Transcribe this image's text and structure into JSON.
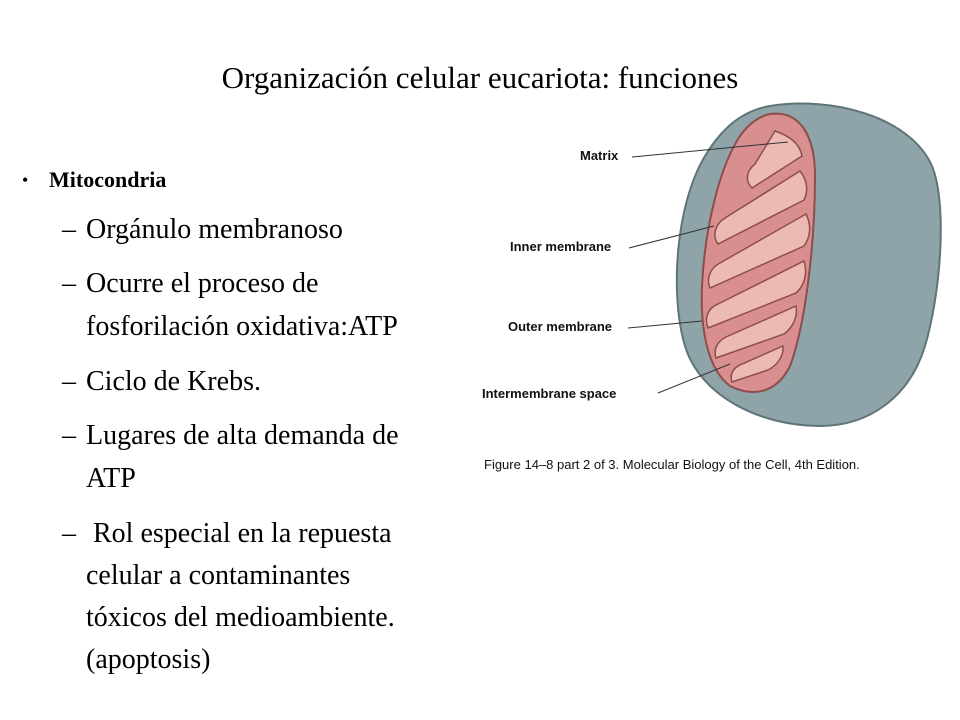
{
  "slide": {
    "title": "Organización celular eucariota: funciones"
  },
  "bullet": {
    "heading": "Mitocondria",
    "items": [
      {
        "lines": [
          "Orgánulo membranoso"
        ]
      },
      {
        "lines": [
          "Ocurre el proceso de",
          "fosforilación oxidativa:ATP"
        ]
      },
      {
        "lines": [
          "Ciclo de Krebs."
        ]
      },
      {
        "lines": [
          "Lugares de alta demanda de",
          "ATP"
        ]
      },
      {
        "lines": [
          " Rol especial en la repuesta",
          "celular a contaminantes",
          "tóxicos del medioambiente.",
          "(apoptosis)"
        ]
      }
    ]
  },
  "figure": {
    "labels": {
      "matrix": "Matrix",
      "inner": "Inner membrane",
      "outer": "Outer membrane",
      "intermembrane": "Intermembrane space"
    },
    "caption": "Figure 14–8 part 2 of 3. Molecular Biology of the Cell, 4th Edition.",
    "colors": {
      "outer_membrane": "#8a9ea3",
      "matrix": "#d98f8f",
      "cristae": "#e9b3ad"
    }
  }
}
